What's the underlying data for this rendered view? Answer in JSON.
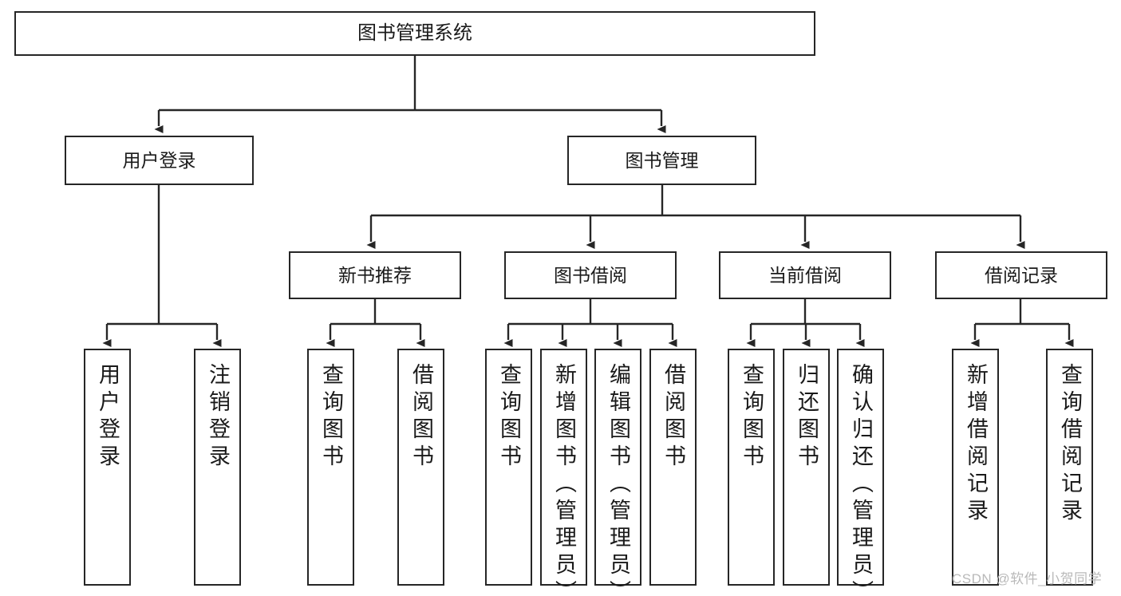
{
  "diagram": {
    "type": "tree-hierarchy-chart",
    "title": "图书管理系统",
    "theme": {
      "background": "#ffffff",
      "box_border": "#262626",
      "box_fill": "#ffffff",
      "connector": "#262626",
      "text": "#1a1a1a",
      "watermark": "#b9b9b9"
    },
    "nodes": {
      "root": {
        "label": "图书管理系统"
      },
      "level2": [
        {
          "id": "user-login",
          "label": "用户登录"
        },
        {
          "id": "book-management",
          "label": "图书管理"
        }
      ],
      "level3": [
        {
          "id": "new-book-recommend",
          "label": "新书推荐"
        },
        {
          "id": "book-borrow",
          "label": "图书借阅"
        },
        {
          "id": "current-borrow",
          "label": "当前借阅"
        },
        {
          "id": "borrow-record",
          "label": "借阅记录"
        }
      ],
      "leaves": {
        "user-login": [
          {
            "id": "leaf-user-login",
            "label": "用户登录"
          },
          {
            "id": "leaf-user-logout",
            "label": "注销登录"
          }
        ],
        "new-book-recommend": [
          {
            "id": "leaf-query-book-1",
            "label": "查询图书"
          },
          {
            "id": "leaf-borrow-book-1",
            "label": "借阅图书"
          }
        ],
        "book-borrow": [
          {
            "id": "leaf-query-book-2",
            "label": "查询图书"
          },
          {
            "id": "leaf-add-book",
            "label": "新增图书（管理员）"
          },
          {
            "id": "leaf-edit-book",
            "label": "编辑图书（管理员）"
          },
          {
            "id": "leaf-borrow-book-2",
            "label": "借阅图书"
          }
        ],
        "current-borrow": [
          {
            "id": "leaf-query-book-3",
            "label": "查询图书"
          },
          {
            "id": "leaf-return-book",
            "label": "归还图书"
          },
          {
            "id": "leaf-confirm-return",
            "label": "确认归还（管理员）"
          }
        ],
        "borrow-record": [
          {
            "id": "leaf-add-record",
            "label": "新增借阅记录"
          },
          {
            "id": "leaf-query-record",
            "label": "查询借阅记录"
          }
        ]
      }
    },
    "watermark": "CSDN @软件_小贺同学"
  }
}
